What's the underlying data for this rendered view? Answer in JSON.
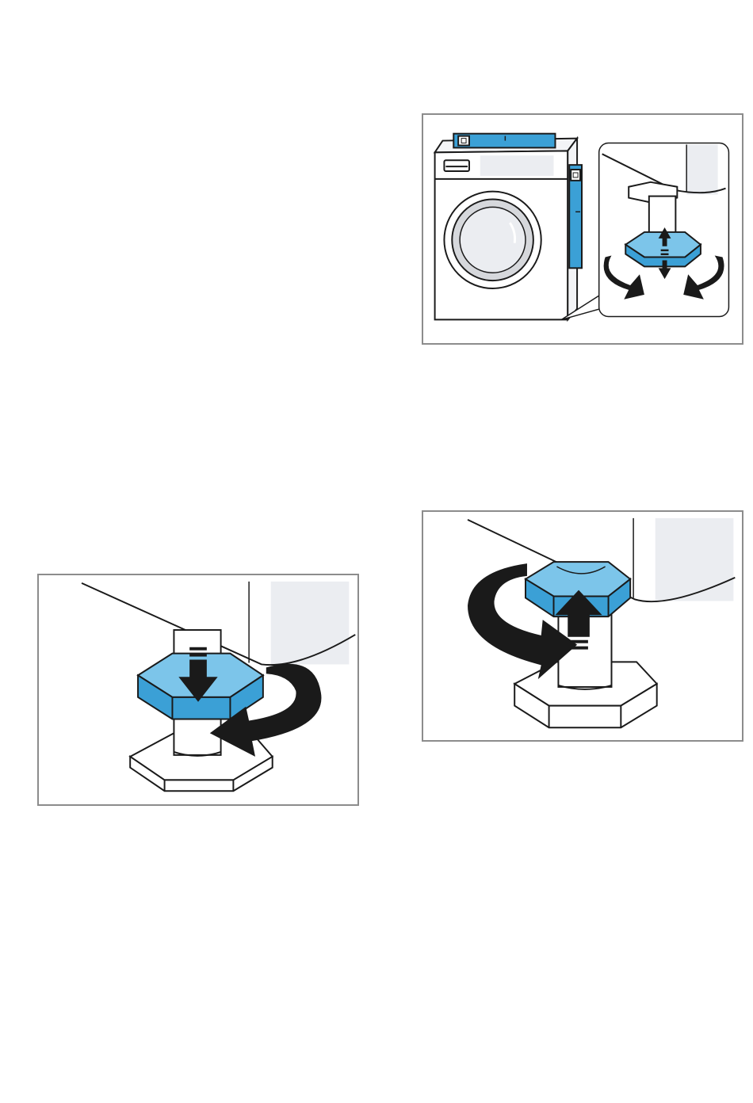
{
  "colors": {
    "accent_blue": "#3ba0d6",
    "accent_blue_light": "#7cc5ea",
    "outline": "#1a1a1a",
    "panel_border": "#8c8c8c",
    "appliance_gray": "#ebedf1",
    "glass_gray": "#d6d8dc"
  },
  "panels": [
    {
      "id": "leveling-overview",
      "icons": [
        "washing-machine-icon",
        "spirit-level-icon",
        "adjustable-foot-icon",
        "rotate-arrow-icon",
        "height-arrow-icon"
      ]
    },
    {
      "id": "lock-nut-tighten",
      "icons": [
        "adjustable-foot-icon",
        "rotate-arrow-icon",
        "down-arrow-icon"
      ]
    },
    {
      "id": "lock-nut-loosen",
      "icons": [
        "adjustable-foot-icon",
        "rotate-arrow-icon",
        "up-arrow-icon"
      ]
    }
  ]
}
